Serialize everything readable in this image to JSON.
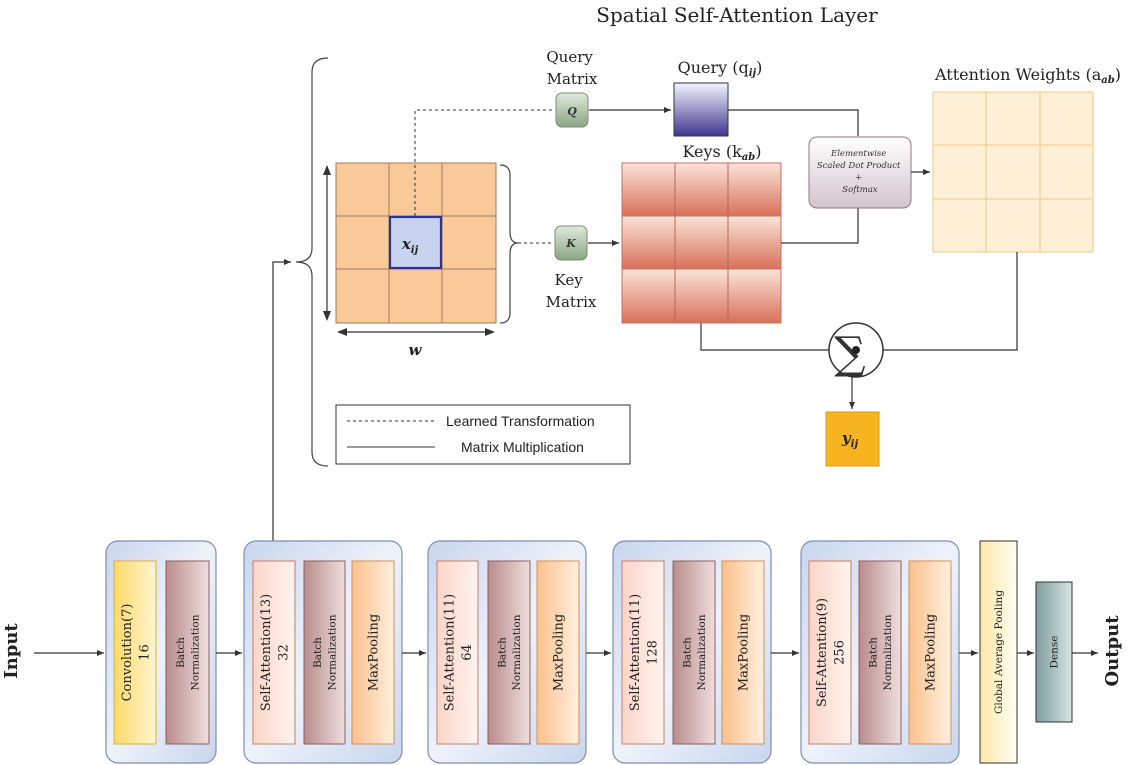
{
  "title": "Spatial Self-Attention Layer",
  "query_matrix_label": [
    "Query",
    "Matrix"
  ],
  "key_matrix_label": [
    "Key",
    "Matrix"
  ],
  "q_box": "Q",
  "k_box": "K",
  "query_label": "Query (q",
  "query_sub": "ij",
  "keys_label": "Keys (k",
  "keys_sub": "ab",
  "attention_label": "Attention Weights (a",
  "attention_sub": "ab",
  "x_label": "x",
  "x_sub": "ij",
  "w_label": "w",
  "op_box": [
    "Elementwise",
    "Scaled Dot Product",
    "+",
    "Softmax"
  ],
  "y_label": "y",
  "y_sub": "ij",
  "legend": {
    "learned": "Learned Transformation",
    "matmul": "Matrix Multiplication"
  },
  "input_label": "Input",
  "output_label": "Output",
  "blocks": [
    [
      "Convolution(7)",
      "16"
    ],
    [
      "Batch",
      "Normalization"
    ],
    [
      "Self-Attention(13)",
      "32"
    ],
    [
      "Batch",
      "Normalization"
    ],
    [
      "MaxPooling"
    ],
    [
      "Self-Attention(11)",
      "64"
    ],
    [
      "Batch",
      "Normalization"
    ],
    [
      "MaxPooling"
    ],
    [
      "Self-Attention(11)",
      "128"
    ],
    [
      "Batch",
      "Normalization"
    ],
    [
      "MaxPooling"
    ],
    [
      "Self-Attention(9)",
      "256"
    ],
    [
      "Batch",
      "Normalization"
    ],
    [
      "MaxPooling"
    ],
    [
      "Global Average Pooling"
    ],
    [
      "Dense"
    ]
  ],
  "colors": {
    "grid_fill": "#f8c99a",
    "grid_line": "#b08060",
    "x_fill": "#c8d4ee",
    "x_border": "#3a3a9a",
    "key_top": "#f7dccf",
    "key_bottom": "#d9705a",
    "query_top": "#f0f0ff",
    "query_bottom": "#4a3f9a",
    "attn_fill": "#fdf0d8",
    "attn_line": "#f0d0a0",
    "y_fill": "#f6b420",
    "group_fill": "#dbe4f3",
    "group_border": "#8090b0",
    "conv_fill": "#fce9a0",
    "sa_fill": "#fde5dc",
    "bn_fill": "#cfa8a8",
    "mp_fill": "#fcd2a8",
    "gap_fill": "#fdf6da",
    "dense_fill": "#9fb8b8"
  }
}
